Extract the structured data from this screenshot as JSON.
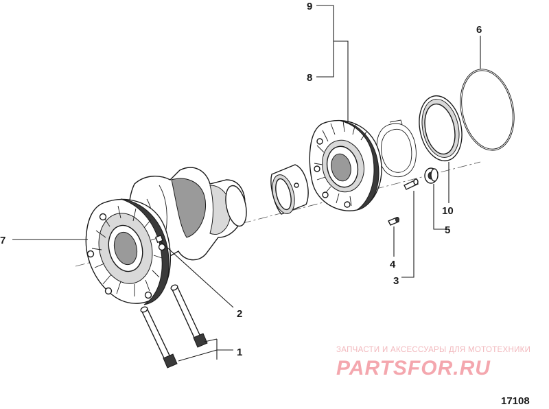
{
  "callouts": [
    {
      "id": "1",
      "label": "1"
    },
    {
      "id": "2",
      "label": "2"
    },
    {
      "id": "3",
      "label": "3"
    },
    {
      "id": "4",
      "label": "4"
    },
    {
      "id": "5",
      "label": "5"
    },
    {
      "id": "6",
      "label": "6"
    },
    {
      "id": "7",
      "label": "7"
    },
    {
      "id": "8",
      "label": "8"
    },
    {
      "id": "9",
      "label": "9"
    },
    {
      "id": "10",
      "label": "10"
    }
  ],
  "watermark": {
    "subtitle": "ЗАПЧАСТИ И АКСЕССУАРЫ ДЛЯ МОТОТЕХНИКИ",
    "brand": "PARTSFOR.RU",
    "color": "#f4a7ae"
  },
  "figure_id": "17108"
}
